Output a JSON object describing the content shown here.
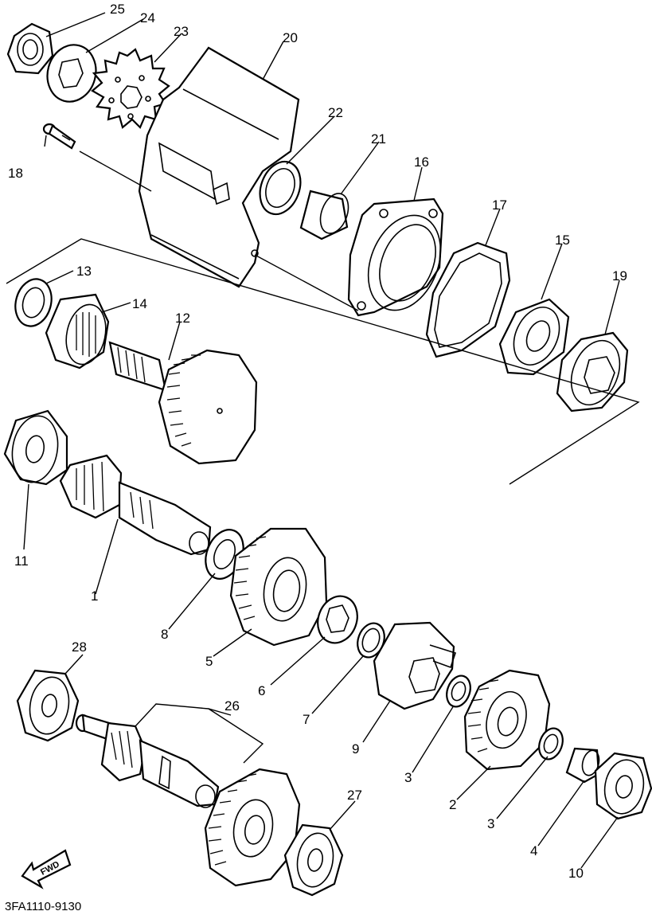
{
  "diagram": {
    "code": "3FA1110-9130",
    "fwd_label": "FWD",
    "labels": {
      "p25": "25",
      "p24": "24",
      "p23": "23",
      "p20": "20",
      "p22": "22",
      "p21": "21",
      "p16": "16",
      "p17": "17",
      "p15": "15",
      "p19": "19",
      "p18": "18",
      "p13": "13",
      "p14": "14",
      "p12": "12",
      "p11": "11",
      "p1": "1",
      "p8": "8",
      "p5": "5",
      "p6": "6",
      "p7": "7",
      "p9": "9",
      "p3a": "3",
      "p2": "2",
      "p3b": "3",
      "p4": "4",
      "p10": "10",
      "p28": "28",
      "p26": "26",
      "p27": "27"
    }
  }
}
